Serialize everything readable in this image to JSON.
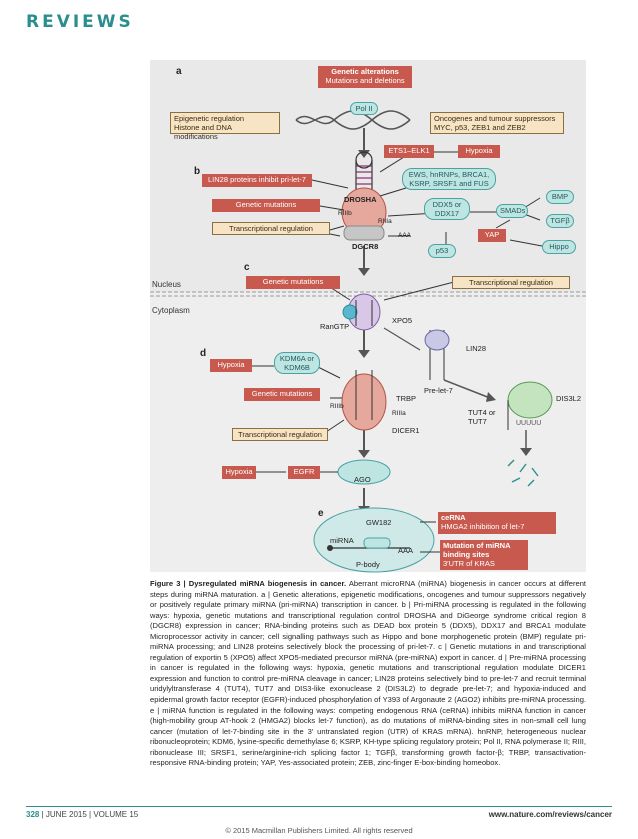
{
  "header": {
    "section": "REVIEWS"
  },
  "figure": {
    "panels": {
      "a": "a",
      "b": "b",
      "c": "c",
      "d": "d",
      "e": "e"
    },
    "regions": {
      "nucleus": "Nucleus",
      "cytoplasm": "Cytoplasm"
    },
    "a": {
      "genetic_alterations_title": "Genetic alterations",
      "genetic_alterations_sub": "Mutations and deletions",
      "pol2": "Pol II",
      "epigenetic_title": "Epigenetic regulation",
      "epigenetic_sub": "Histone and DNA modifications",
      "oncogenes_title": "Oncogenes and tumour suppressors",
      "oncogenes_sub": "MYC, p53, ZEB1 and ZEB2",
      "ets1": "ETS1–ELK1",
      "hypoxia": "Hypoxia"
    },
    "b": {
      "lin28": "LIN28 proteins inhibit pri-let-7",
      "genetic_mutations": "Genetic mutations",
      "transcriptional": "Transcriptional regulation",
      "ews": "EWS, hnRNPs, BRCA1, KSRP, SRSF1 and FUS",
      "ddx": "DDX5 or DDX17",
      "smads": "SMADs",
      "bmp": "BMP",
      "tgfb": "TGFβ",
      "yap": "YAP",
      "hippo": "Hippo",
      "p53": "p53",
      "drosha": "DROSHA",
      "riiib": "RIIIb",
      "riiia": "RIIIa",
      "aaa": "AAA",
      "dgcr8": "DGCR8"
    },
    "c": {
      "genetic_mutations": "Genetic mutations",
      "transcriptional": "Transcriptional regulation",
      "rangtp": "RanGTP",
      "xpo5": "XPO5"
    },
    "d": {
      "hypoxia": "Hypoxia",
      "kdm6": "KDM6A or KDM6B",
      "genetic_mutations": "Genetic mutations",
      "transcriptional": "Transcriptional regulation",
      "riiib": "RIIIb",
      "trbp": "TRBP",
      "riiia": "RIIIa",
      "dicer1": "DICER1",
      "lin28": "LIN28",
      "prelet7": "Pre-let-7",
      "tut": "TUT4 or TUT7",
      "dis3l2": "DIS3L2",
      "uuuuu": "UUUUU",
      "hypoxia2": "Hypoxia",
      "egfr": "EGFR",
      "ago": "AGO"
    },
    "e": {
      "gw182": "GW182",
      "mirna": "miRNA",
      "aaa": "AAA",
      "pbody": "P-body",
      "cerna_title": "ceRNA",
      "cerna_sub": "HMGA2 inhibition of let-7",
      "mut_title": "Mutation of miRNA binding sites",
      "mut_sub": "3′UTR of KRAS"
    }
  },
  "caption": {
    "label": "Figure 3 | Dysregulated miRNA biogenesis in cancer.",
    "text": "Aberrant microRNA (miRNA) biogenesis in cancer occurs at different steps during miRNA maturation. a | Genetic alterations, epigenetic modifications, oncogenes and tumour suppressors negatively or positively regulate primary miRNA (pri-miRNA) transcription in cancer. b | Pri-miRNA processing is regulated in the following ways: hypoxia, genetic mutations and transcriptional regulation control DROSHA and DiGeorge syndrome critical region 8 (DGCR8) expression in cancer; RNA-binding proteins such as DEAD box protein 5 (DDX5), DDX17 and BRCA1 modulate Microprocessor activity in cancer; cell signalling pathways such as Hippo and bone morphogenetic protein (BMP) regulate pri-miRNA processing; and LIN28 proteins selectively block the processing of pri-let-7. c | Genetic mutations in and transcriptional regulation of exportin 5 (XPO5) affect XPO5-mediated precursor miRNA (pre-miRNA) export in cancer. d | Pre-miRNA processing in cancer is regulated in the following ways: hypoxia, genetic mutations and transcriptional regulation modulate DICER1 expression and function to control pre-miRNA cleavage in cancer; LIN28 proteins selectively bind to pre-let-7 and recruit terminal uridylyltransferase 4 (TUT4), TUT7 and DIS3-like exonuclease 2 (DIS3L2) to degrade pre-let-7; and hypoxia-induced and epidermal growth factor receptor (EGFR)-induced phosphorylation of Y393 of Argonaute 2 (AGO2) inhibits pre-miRNA processing. e | miRNA function is regulated in the following ways: competing endogenous RNA (ceRNA) inhibits miRNA function in cancer (high-mobility group AT-hook 2 (HMGA2) blocks let-7 function), as do mutations of miRNA-binding sites in non-small cell lung cancer (mutation of let-7-binding site in the 3′ untranslated region (UTR) of KRAS mRNA). hnRNP, heterogeneous nuclear ribonucleoprotein; KDM6, lysine-specific demethylase 6; KSRP, KH-type splicing regulatory protein; Pol II, RNA polymerase II; RIII, ribonuclease III; SRSF1, serine/arginine-rich splicing factor 1; TGFβ, transforming growth factor-β; TRBP, transactivation-responsive RNA-binding protein; YAP, Yes-associated protein; ZEB, zinc-finger E-box-binding homeobox."
  },
  "footer": {
    "page": "328",
    "issue": "| JUNE 2015 | VOLUME 15",
    "url": "www.nature.com/reviews/cancer",
    "copyright": "© 2015 Macmillan Publishers Limited. All rights reserved"
  },
  "colors": {
    "accent": "#2a8e8f",
    "red_box": "#c8594e",
    "teal_bubble": "#bfe5e3",
    "tan_box": "#f6e4c4"
  }
}
